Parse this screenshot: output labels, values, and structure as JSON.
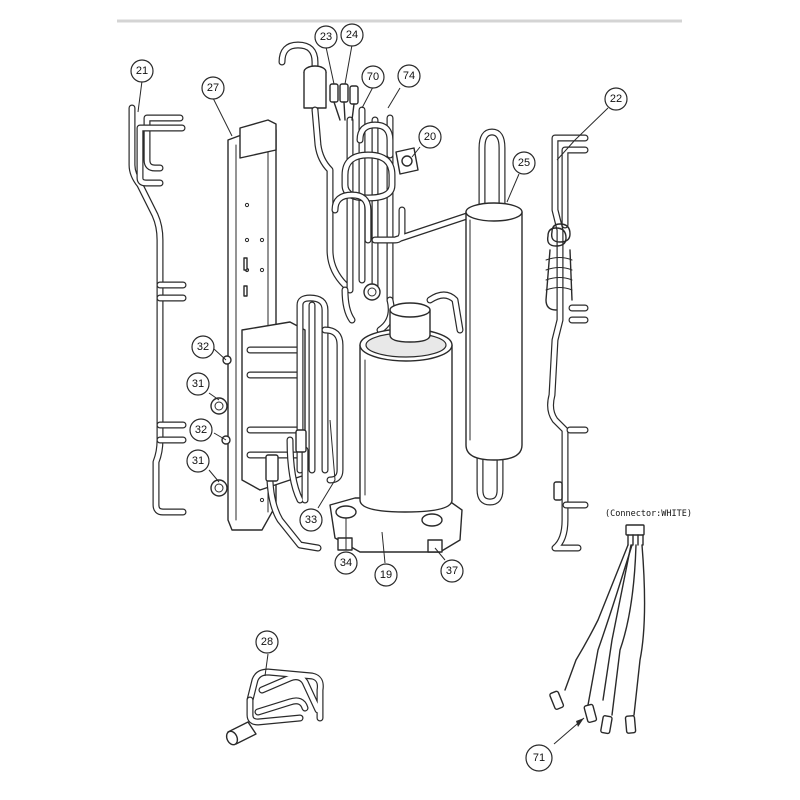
{
  "callouts": [
    {
      "id": "21",
      "label": "21"
    },
    {
      "id": "27",
      "label": "27"
    },
    {
      "id": "23",
      "label": "23"
    },
    {
      "id": "24",
      "label": "24"
    },
    {
      "id": "70",
      "label": "70"
    },
    {
      "id": "74",
      "label": "74"
    },
    {
      "id": "20",
      "label": "20"
    },
    {
      "id": "25",
      "label": "25"
    },
    {
      "id": "22",
      "label": "22"
    },
    {
      "id": "32a",
      "label": "32"
    },
    {
      "id": "31a",
      "label": "31"
    },
    {
      "id": "32b",
      "label": "32"
    },
    {
      "id": "31b",
      "label": "31"
    },
    {
      "id": "33",
      "label": "33"
    },
    {
      "id": "34",
      "label": "34"
    },
    {
      "id": "19",
      "label": "19"
    },
    {
      "id": "37",
      "label": "37"
    },
    {
      "id": "28",
      "label": "28"
    },
    {
      "id": "71",
      "label": "71"
    }
  ],
  "connector_label": "(Connector:WHITE)"
}
